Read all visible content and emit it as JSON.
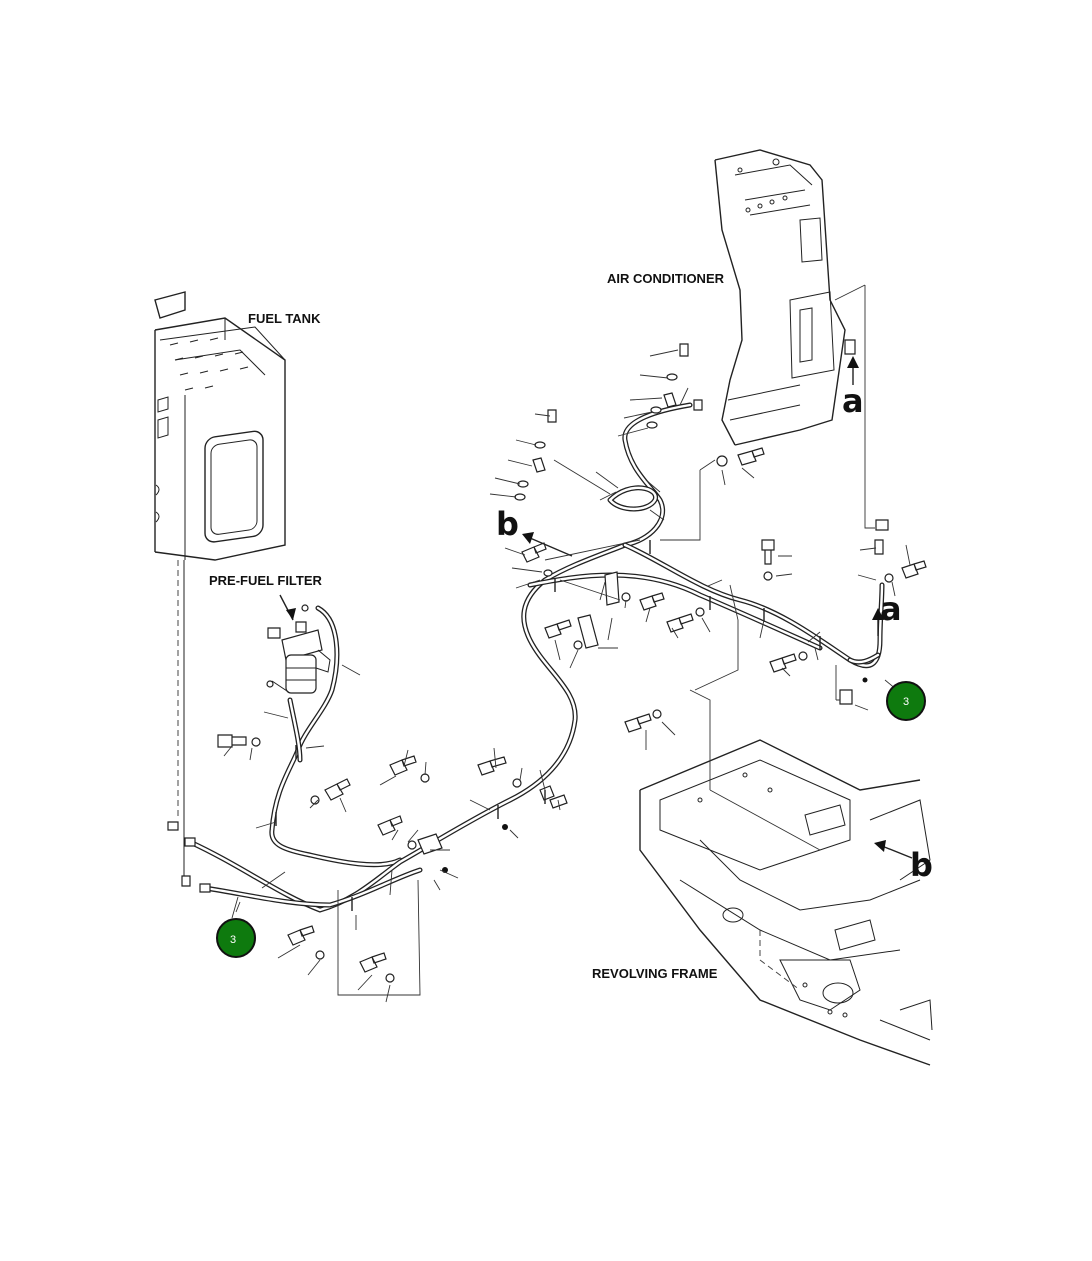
{
  "labels": {
    "fuel_tank": "FUEL TANK",
    "air_conditioner": "AIR CONDITIONER",
    "pre_fuel_filter": "PRE-FUEL FILTER",
    "revolving_frame": "REVOLVING FRAME"
  },
  "reference_letters": {
    "a_top": "a",
    "a_bottom": "a",
    "b_left": "b",
    "b_right": "b"
  },
  "callouts": [
    {
      "id": "callout-right",
      "number": "3"
    },
    {
      "id": "callout-left",
      "number": "3"
    }
  ],
  "colors": {
    "callout_fill": "#0e7a0e",
    "line": "#222222",
    "background": "#ffffff"
  }
}
